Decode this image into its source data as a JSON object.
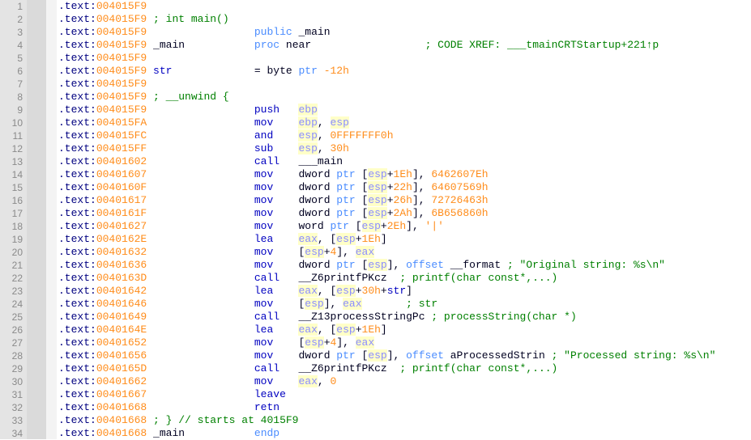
{
  "colors": {
    "segment": "#000080",
    "address": "#ff8c1a",
    "keyword": "#4a8cff",
    "instruction": "#0000c0",
    "register": "#8a8cff",
    "register_highlight": "#ffffc8",
    "comment": "#008000"
  },
  "lines": [
    {
      "n": "1",
      "seg": ".text:",
      "addr": "004015F9",
      "t": []
    },
    {
      "n": "2",
      "seg": ".text:",
      "addr": "004015F9",
      "t": [
        [
          "sp",
          " "
        ],
        [
          "cmt",
          "; int main()"
        ]
      ]
    },
    {
      "n": "3",
      "seg": ".text:",
      "addr": "004015F9",
      "t": [
        [
          "sp",
          "                 "
        ],
        [
          "kw",
          "public"
        ],
        [
          "sp",
          " "
        ],
        [
          "txt",
          "_main"
        ]
      ]
    },
    {
      "n": "4",
      "seg": ".text:",
      "addr": "004015F9",
      "t": [
        [
          "sp",
          " "
        ],
        [
          "txt",
          "_main"
        ],
        [
          "sp",
          "           "
        ],
        [
          "kw",
          "proc"
        ],
        [
          "sp",
          " "
        ],
        [
          "txt",
          "near"
        ],
        [
          "sp",
          "                  "
        ],
        [
          "cmt",
          "; CODE XREF: ___tmainCRTStartup+221↑p"
        ]
      ]
    },
    {
      "n": "5",
      "seg": ".text:",
      "addr": "004015F9",
      "t": []
    },
    {
      "n": "6",
      "seg": ".text:",
      "addr": "004015F9",
      "t": [
        [
          "sp",
          " "
        ],
        [
          "lbl",
          "str"
        ],
        [
          "sp",
          "             "
        ],
        [
          "txt",
          "= byte "
        ],
        [
          "kw",
          "ptr"
        ],
        [
          "sp",
          " "
        ],
        [
          "num",
          "-12h"
        ]
      ]
    },
    {
      "n": "7",
      "seg": ".text:",
      "addr": "004015F9",
      "t": []
    },
    {
      "n": "8",
      "seg": ".text:",
      "addr": "004015F9",
      "t": [
        [
          "sp",
          " "
        ],
        [
          "cmt",
          "; __unwind {"
        ]
      ]
    },
    {
      "n": "9",
      "seg": ".text:",
      "addr": "004015F9",
      "t": [
        [
          "sp",
          "                 "
        ],
        [
          "instr",
          "push"
        ],
        [
          "sp",
          "   "
        ],
        [
          "reg",
          "ebp"
        ]
      ]
    },
    {
      "n": "10",
      "seg": ".text:",
      "addr": "004015FA",
      "t": [
        [
          "sp",
          "                 "
        ],
        [
          "instr",
          "mov"
        ],
        [
          "sp",
          "    "
        ],
        [
          "reg",
          "ebp"
        ],
        [
          "txt",
          ", "
        ],
        [
          "reg",
          "esp"
        ]
      ]
    },
    {
      "n": "11",
      "seg": ".text:",
      "addr": "004015FC",
      "t": [
        [
          "sp",
          "                 "
        ],
        [
          "instr",
          "and"
        ],
        [
          "sp",
          "    "
        ],
        [
          "reg",
          "esp"
        ],
        [
          "txt",
          ", "
        ],
        [
          "num",
          "0FFFFFFF0h"
        ]
      ]
    },
    {
      "n": "12",
      "seg": ".text:",
      "addr": "004015FF",
      "t": [
        [
          "sp",
          "                 "
        ],
        [
          "instr",
          "sub"
        ],
        [
          "sp",
          "    "
        ],
        [
          "reg",
          "esp"
        ],
        [
          "txt",
          ", "
        ],
        [
          "num",
          "30h"
        ]
      ]
    },
    {
      "n": "13",
      "seg": ".text:",
      "addr": "00401602",
      "t": [
        [
          "sp",
          "                 "
        ],
        [
          "instr",
          "call"
        ],
        [
          "sp",
          "   "
        ],
        [
          "txt",
          "___main"
        ]
      ]
    },
    {
      "n": "14",
      "seg": ".text:",
      "addr": "00401607",
      "t": [
        [
          "sp",
          "                 "
        ],
        [
          "instr",
          "mov"
        ],
        [
          "sp",
          "    "
        ],
        [
          "txt",
          "dword "
        ],
        [
          "kw",
          "ptr"
        ],
        [
          "txt",
          " ["
        ],
        [
          "reg",
          "esp"
        ],
        [
          "txt",
          "+"
        ],
        [
          "num",
          "1Eh"
        ],
        [
          "txt",
          "], "
        ],
        [
          "num",
          "6462607Eh"
        ]
      ]
    },
    {
      "n": "15",
      "seg": ".text:",
      "addr": "0040160F",
      "t": [
        [
          "sp",
          "                 "
        ],
        [
          "instr",
          "mov"
        ],
        [
          "sp",
          "    "
        ],
        [
          "txt",
          "dword "
        ],
        [
          "kw",
          "ptr"
        ],
        [
          "txt",
          " ["
        ],
        [
          "reg",
          "esp"
        ],
        [
          "txt",
          "+"
        ],
        [
          "num",
          "22h"
        ],
        [
          "txt",
          "], "
        ],
        [
          "num",
          "64607569h"
        ]
      ]
    },
    {
      "n": "16",
      "seg": ".text:",
      "addr": "00401617",
      "t": [
        [
          "sp",
          "                 "
        ],
        [
          "instr",
          "mov"
        ],
        [
          "sp",
          "    "
        ],
        [
          "txt",
          "dword "
        ],
        [
          "kw",
          "ptr"
        ],
        [
          "txt",
          " ["
        ],
        [
          "reg",
          "esp"
        ],
        [
          "txt",
          "+"
        ],
        [
          "num",
          "26h"
        ],
        [
          "txt",
          "], "
        ],
        [
          "num",
          "72726463h"
        ]
      ]
    },
    {
      "n": "17",
      "seg": ".text:",
      "addr": "0040161F",
      "t": [
        [
          "sp",
          "                 "
        ],
        [
          "instr",
          "mov"
        ],
        [
          "sp",
          "    "
        ],
        [
          "txt",
          "dword "
        ],
        [
          "kw",
          "ptr"
        ],
        [
          "txt",
          " ["
        ],
        [
          "reg",
          "esp"
        ],
        [
          "txt",
          "+"
        ],
        [
          "num",
          "2Ah"
        ],
        [
          "txt",
          "], "
        ],
        [
          "num",
          "6B656860h"
        ]
      ]
    },
    {
      "n": "18",
      "seg": ".text:",
      "addr": "00401627",
      "t": [
        [
          "sp",
          "                 "
        ],
        [
          "instr",
          "mov"
        ],
        [
          "sp",
          "    "
        ],
        [
          "txt",
          "word "
        ],
        [
          "kw",
          "ptr"
        ],
        [
          "txt",
          " ["
        ],
        [
          "reg",
          "esp"
        ],
        [
          "txt",
          "+"
        ],
        [
          "num",
          "2Eh"
        ],
        [
          "txt",
          "], "
        ],
        [
          "num",
          "'|'"
        ]
      ]
    },
    {
      "n": "19",
      "seg": ".text:",
      "addr": "0040162E",
      "t": [
        [
          "sp",
          "                 "
        ],
        [
          "instr",
          "lea"
        ],
        [
          "sp",
          "    "
        ],
        [
          "reg",
          "eax"
        ],
        [
          "txt",
          ", ["
        ],
        [
          "reg",
          "esp"
        ],
        [
          "txt",
          "+"
        ],
        [
          "num",
          "1Eh"
        ],
        [
          "txt",
          "]"
        ]
      ]
    },
    {
      "n": "20",
      "seg": ".text:",
      "addr": "00401632",
      "t": [
        [
          "sp",
          "                 "
        ],
        [
          "instr",
          "mov"
        ],
        [
          "sp",
          "    "
        ],
        [
          "txt",
          "["
        ],
        [
          "reg",
          "esp"
        ],
        [
          "txt",
          "+"
        ],
        [
          "num",
          "4"
        ],
        [
          "txt",
          "], "
        ],
        [
          "reg",
          "eax"
        ]
      ]
    },
    {
      "n": "21",
      "seg": ".text:",
      "addr": "00401636",
      "t": [
        [
          "sp",
          "                 "
        ],
        [
          "instr",
          "mov"
        ],
        [
          "sp",
          "    "
        ],
        [
          "txt",
          "dword "
        ],
        [
          "kw",
          "ptr"
        ],
        [
          "txt",
          " ["
        ],
        [
          "reg",
          "esp"
        ],
        [
          "txt",
          "], "
        ],
        [
          "kw",
          "offset"
        ],
        [
          "txt",
          " __format "
        ],
        [
          "cmt",
          "; \"Original string: %s\\n\""
        ]
      ]
    },
    {
      "n": "22",
      "seg": ".text:",
      "addr": "0040163D",
      "t": [
        [
          "sp",
          "                 "
        ],
        [
          "instr",
          "call"
        ],
        [
          "sp",
          "   "
        ],
        [
          "txt",
          "__Z6printfPKcz"
        ],
        [
          "sp",
          "  "
        ],
        [
          "cmt",
          "; printf(char const*,...)"
        ]
      ]
    },
    {
      "n": "23",
      "seg": ".text:",
      "addr": "00401642",
      "t": [
        [
          "sp",
          "                 "
        ],
        [
          "instr",
          "lea"
        ],
        [
          "sp",
          "    "
        ],
        [
          "reg",
          "eax"
        ],
        [
          "txt",
          ", ["
        ],
        [
          "reg",
          "esp"
        ],
        [
          "txt",
          "+"
        ],
        [
          "num",
          "30h"
        ],
        [
          "txt",
          "+"
        ],
        [
          "lbl",
          "str"
        ],
        [
          "txt",
          "]"
        ]
      ]
    },
    {
      "n": "24",
      "seg": ".text:",
      "addr": "00401646",
      "t": [
        [
          "sp",
          "                 "
        ],
        [
          "instr",
          "mov"
        ],
        [
          "sp",
          "    "
        ],
        [
          "txt",
          "["
        ],
        [
          "reg",
          "esp"
        ],
        [
          "txt",
          "], "
        ],
        [
          "reg",
          "eax"
        ],
        [
          "sp",
          "       "
        ],
        [
          "cmt",
          "; str"
        ]
      ]
    },
    {
      "n": "25",
      "seg": ".text:",
      "addr": "00401649",
      "t": [
        [
          "sp",
          "                 "
        ],
        [
          "instr",
          "call"
        ],
        [
          "sp",
          "   "
        ],
        [
          "txt",
          "__Z13processStringPc "
        ],
        [
          "cmt",
          "; processString(char *)"
        ]
      ]
    },
    {
      "n": "26",
      "seg": ".text:",
      "addr": "0040164E",
      "t": [
        [
          "sp",
          "                 "
        ],
        [
          "instr",
          "lea"
        ],
        [
          "sp",
          "    "
        ],
        [
          "reg",
          "eax"
        ],
        [
          "txt",
          ", ["
        ],
        [
          "reg",
          "esp"
        ],
        [
          "txt",
          "+"
        ],
        [
          "num",
          "1Eh"
        ],
        [
          "txt",
          "]"
        ]
      ]
    },
    {
      "n": "27",
      "seg": ".text:",
      "addr": "00401652",
      "t": [
        [
          "sp",
          "                 "
        ],
        [
          "instr",
          "mov"
        ],
        [
          "sp",
          "    "
        ],
        [
          "txt",
          "["
        ],
        [
          "reg",
          "esp"
        ],
        [
          "txt",
          "+"
        ],
        [
          "num",
          "4"
        ],
        [
          "txt",
          "], "
        ],
        [
          "reg",
          "eax"
        ]
      ]
    },
    {
      "n": "28",
      "seg": ".text:",
      "addr": "00401656",
      "t": [
        [
          "sp",
          "                 "
        ],
        [
          "instr",
          "mov"
        ],
        [
          "sp",
          "    "
        ],
        [
          "txt",
          "dword "
        ],
        [
          "kw",
          "ptr"
        ],
        [
          "txt",
          " ["
        ],
        [
          "reg",
          "esp"
        ],
        [
          "txt",
          "], "
        ],
        [
          "kw",
          "offset"
        ],
        [
          "txt",
          " aProcessedStrin "
        ],
        [
          "cmt",
          "; \"Processed string: %s\\n\""
        ]
      ]
    },
    {
      "n": "29",
      "seg": ".text:",
      "addr": "0040165D",
      "t": [
        [
          "sp",
          "                 "
        ],
        [
          "instr",
          "call"
        ],
        [
          "sp",
          "   "
        ],
        [
          "txt",
          "__Z6printfPKcz"
        ],
        [
          "sp",
          "  "
        ],
        [
          "cmt",
          "; printf(char const*,...)"
        ]
      ]
    },
    {
      "n": "30",
      "seg": ".text:",
      "addr": "00401662",
      "t": [
        [
          "sp",
          "                 "
        ],
        [
          "instr",
          "mov"
        ],
        [
          "sp",
          "    "
        ],
        [
          "reg",
          "eax"
        ],
        [
          "txt",
          ", "
        ],
        [
          "num",
          "0"
        ]
      ]
    },
    {
      "n": "31",
      "seg": ".text:",
      "addr": "00401667",
      "t": [
        [
          "sp",
          "                 "
        ],
        [
          "instr",
          "leave"
        ]
      ]
    },
    {
      "n": "32",
      "seg": ".text:",
      "addr": "00401668",
      "t": [
        [
          "sp",
          "                 "
        ],
        [
          "instr",
          "retn"
        ]
      ]
    },
    {
      "n": "33",
      "seg": ".text:",
      "addr": "00401668",
      "t": [
        [
          "sp",
          " "
        ],
        [
          "cmt",
          "; } // starts at 4015F9"
        ]
      ]
    },
    {
      "n": "34",
      "seg": ".text:",
      "addr": "00401668",
      "t": [
        [
          "sp",
          " "
        ],
        [
          "txt",
          "_main"
        ],
        [
          "sp",
          "           "
        ],
        [
          "kw",
          "endp"
        ]
      ]
    }
  ]
}
